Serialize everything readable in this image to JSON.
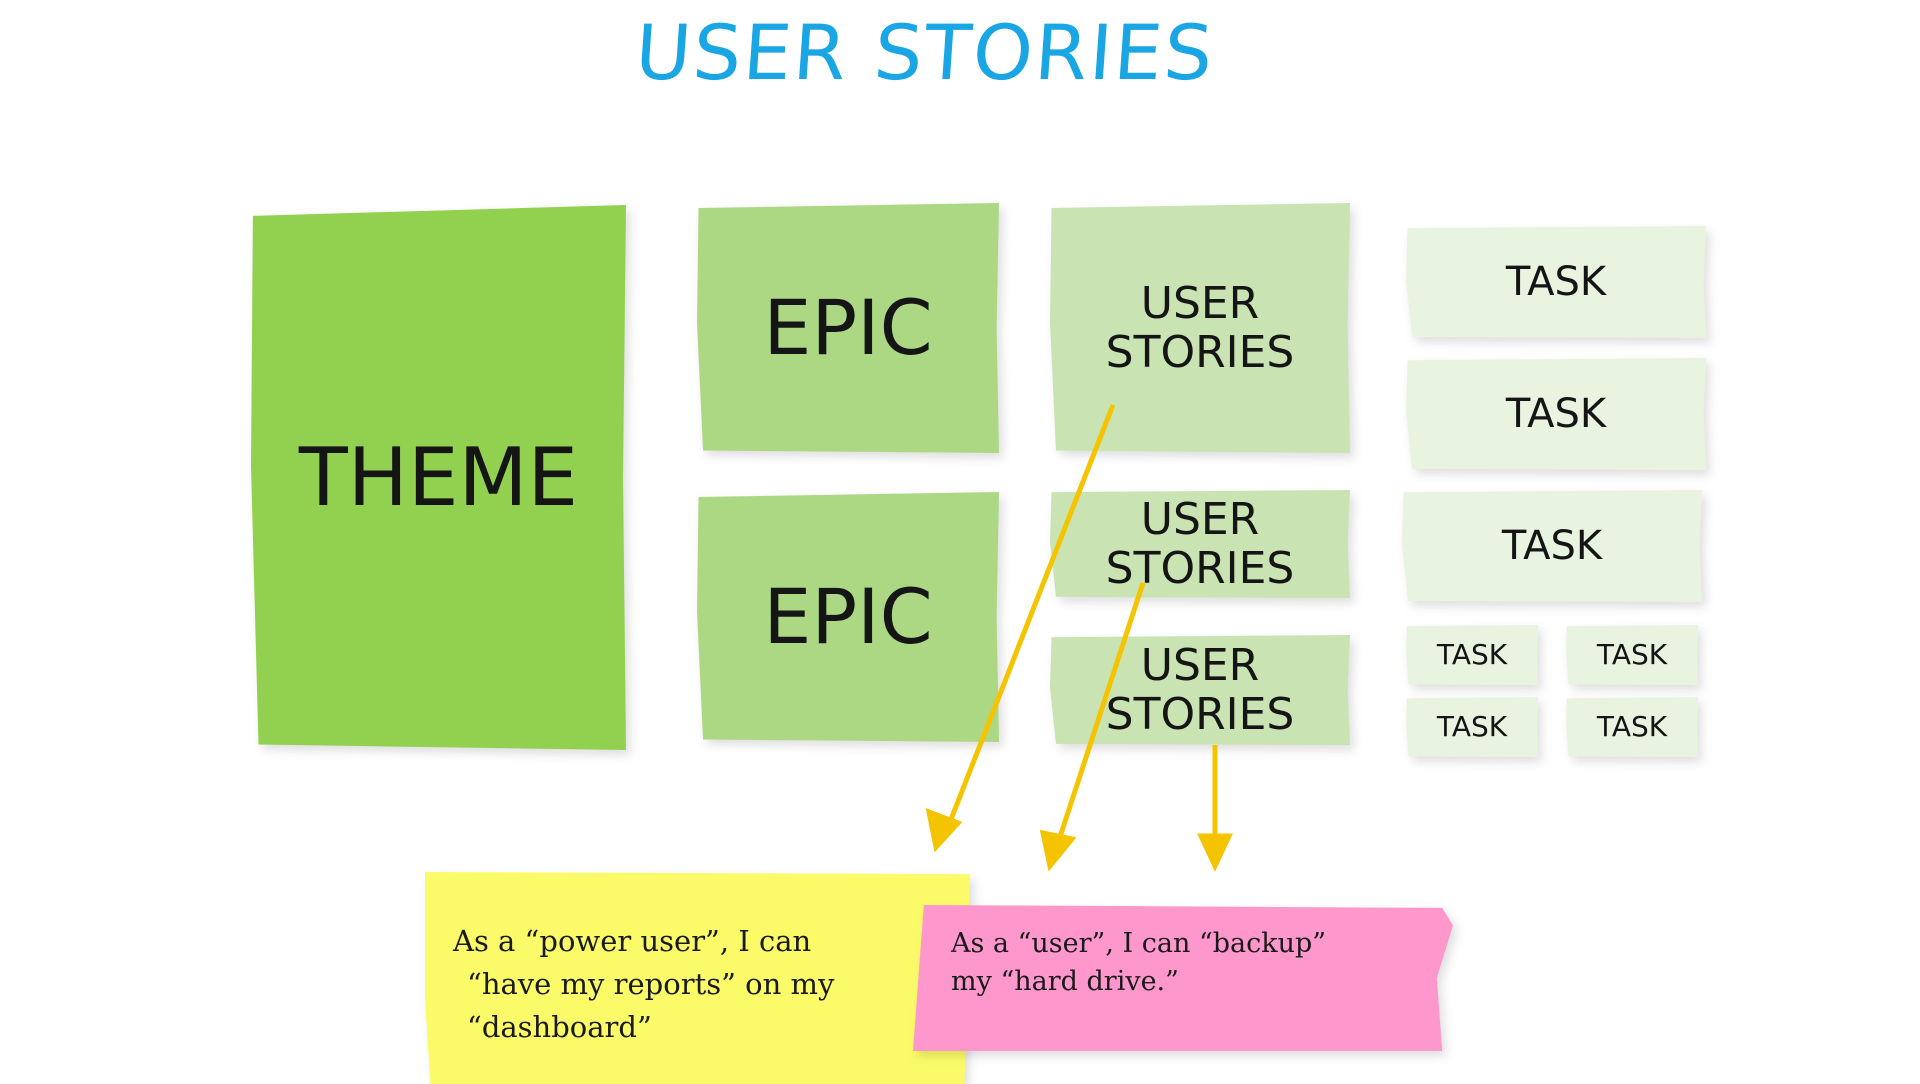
{
  "title": "USER STORIES",
  "colors": {
    "title": "#1aa6e4",
    "theme": "#92d050",
    "epic": "#acd884",
    "user_story": "#c9e4b2",
    "task": "#e9f4e0",
    "arrow": "#f5c400",
    "note_yellow": "#fbfb6a",
    "note_pink": "#fe97cc"
  },
  "theme": {
    "label": "THEME"
  },
  "epics": [
    {
      "label": "EPIC"
    },
    {
      "label": "EPIC"
    }
  ],
  "user_stories": [
    {
      "line1": "USER",
      "line2": "STORIES"
    },
    {
      "line1": "USER",
      "line2": "STORIES"
    },
    {
      "line1": "USER",
      "line2": "STORIES"
    }
  ],
  "tasks": [
    "TASK",
    "TASK",
    "TASK"
  ],
  "small_tasks": [
    "TASK",
    "TASK",
    "TASK",
    "TASK"
  ],
  "notes": {
    "yellow": {
      "line1": "As a “power user”, I can",
      "line2": "“have my reports” on my",
      "line3": "“dashboard”"
    },
    "pink": {
      "line1": "As a “user”, I can “backup”",
      "line2": "my “hard drive.”"
    }
  }
}
